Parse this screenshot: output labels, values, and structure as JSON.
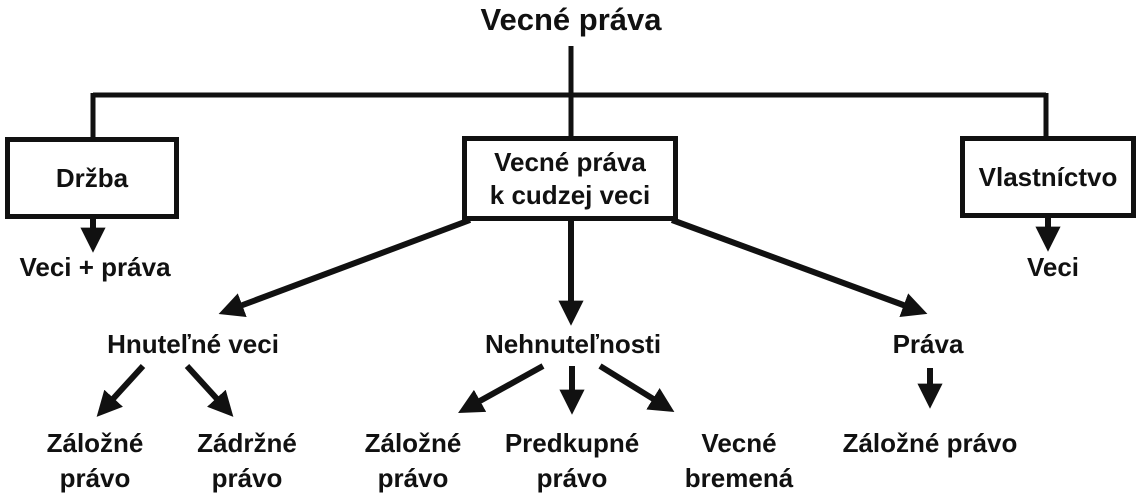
{
  "colors": {
    "ink": "#111111",
    "background": "#ffffff"
  },
  "diagram": {
    "title": "Vecné práva",
    "level1": {
      "drzba": "Držba",
      "center": "Vecné práva\nk cudzej veci",
      "vlastnictvo": "Vlastníctvo"
    },
    "level2": {
      "veci_prava": "Veci + práva",
      "veci": "Veci",
      "hnutelne_veci": "Hnuteľné veci",
      "nehnutelnosti": "Nehnuteľnosti",
      "prava": "Práva"
    },
    "leaves": {
      "hv_zalozne": "Záložné\nprávo",
      "hv_zadrzne": "Zádržné\nprávo",
      "nh_zalozne": "Záložné\nprávo",
      "nh_predkupne": "Predkupné\nprávo",
      "nh_vecne_bremena": "Vecné\nbremená",
      "pr_zalozne": "Záložné právo"
    }
  }
}
